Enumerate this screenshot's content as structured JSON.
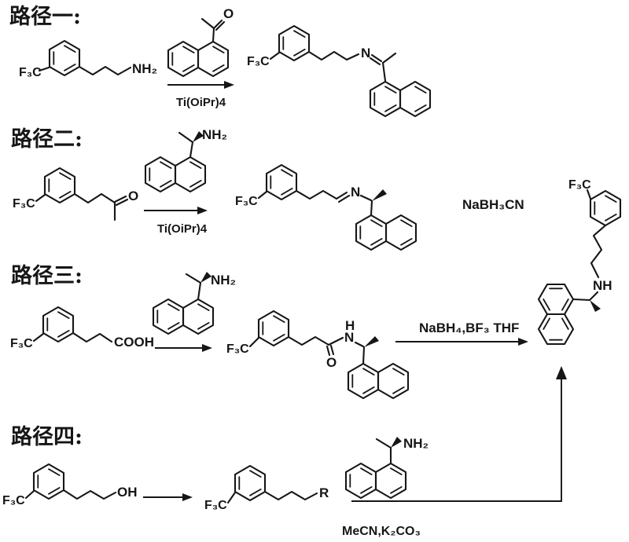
{
  "scheme": {
    "route1": {
      "label": "路径一:",
      "catalyst": "Ti(OiPr)4"
    },
    "route2": {
      "label": "路径二:",
      "catalyst": "Ti(OiPr)4",
      "reductant": "NaBH₃CN"
    },
    "route3": {
      "label": "路径三:",
      "reagent": "NaBH₄,BF₃ THF"
    },
    "route4": {
      "label": "路径四:",
      "conditions": "MeCN,K₂CO₃"
    }
  },
  "atoms": {
    "f3c": "F₃C",
    "nh2": "NH₂",
    "n": "N",
    "o": "O",
    "oh": "OH",
    "cooh": "COOH",
    "nh": "NH",
    "h": "H",
    "r": "R"
  },
  "colors": {
    "background": "#ffffff",
    "ink": "#161616"
  }
}
